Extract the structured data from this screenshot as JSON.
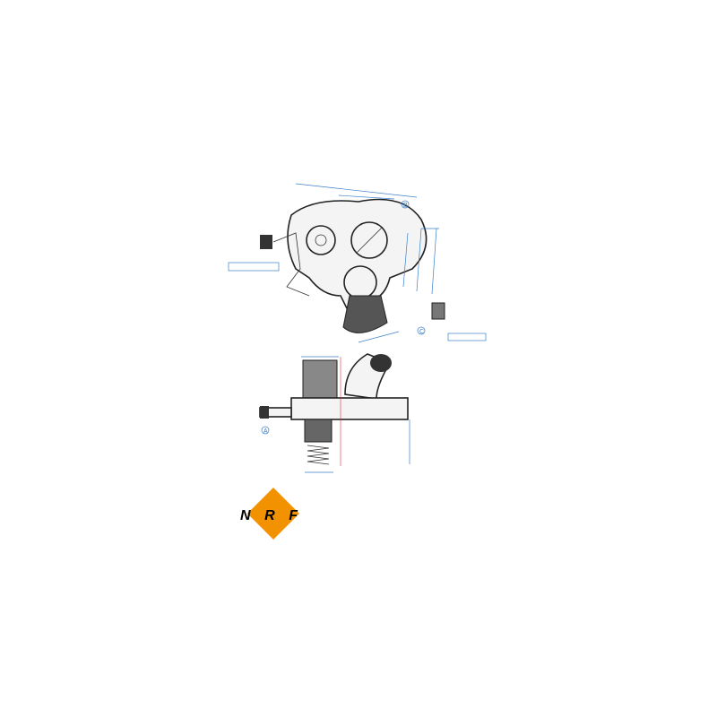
{
  "drawing": {
    "datum_labels": [
      "A",
      "B",
      "C"
    ],
    "line_color": "#222222",
    "dimension_color": "#3a7fc8"
  },
  "logo": {
    "text": "NRF",
    "accent_color": "#f39200"
  }
}
